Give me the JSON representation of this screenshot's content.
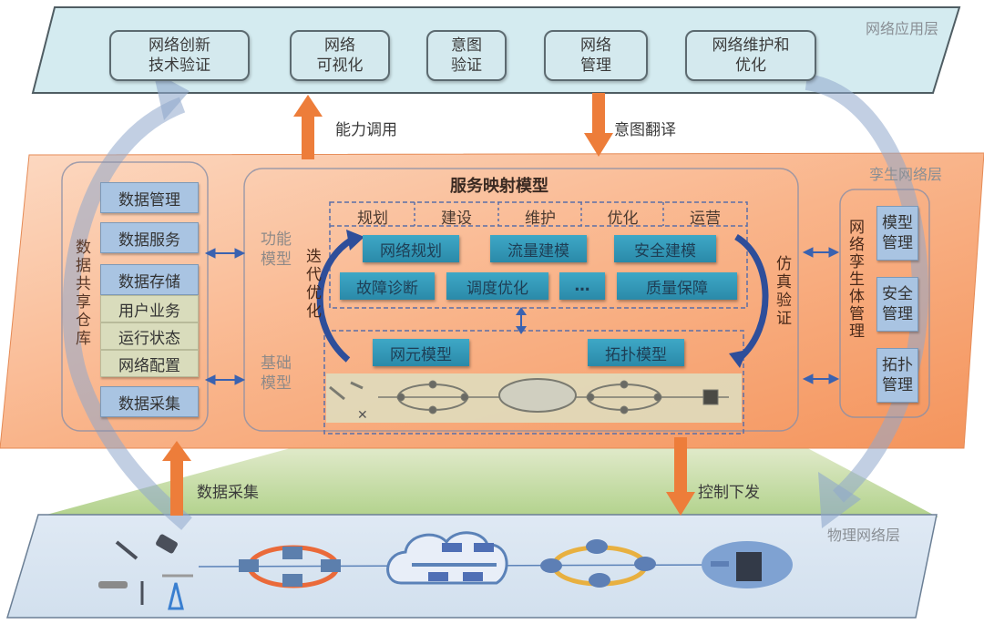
{
  "application_layer": {
    "label": "网络应用层",
    "boxes": [
      {
        "text": "网络创新\n技术验证"
      },
      {
        "text": "网络\n可视化"
      },
      {
        "text": "意图\n验证"
      },
      {
        "text": "网络\n管理"
      },
      {
        "text": "网络维护和\n优化"
      }
    ]
  },
  "arrows": {
    "capability_call": "能力调用",
    "intent_translation": "意图翻译",
    "data_collection": "数据采集",
    "control_delivery": "控制下发"
  },
  "twin_layer": {
    "label": "孪生网络层",
    "data_repo": {
      "title": "数据共享仓库",
      "items": [
        {
          "text": "数据管理",
          "kind": "blue"
        },
        {
          "text": "数据服务",
          "kind": "blue"
        },
        {
          "text": "数据存储",
          "kind": "blue"
        },
        {
          "text": "用户业务",
          "kind": "green"
        },
        {
          "text": "运行状态",
          "kind": "green"
        },
        {
          "text": "网络配置",
          "kind": "green"
        },
        {
          "text": "数据采集",
          "kind": "blue"
        }
      ]
    },
    "service_model": {
      "title": "服务映射模型",
      "function_model": "功能\n模型",
      "base_model": "基础\n模型",
      "iterative_optimization": "迭代优化",
      "simulation_verification": "仿真验证",
      "phases": [
        "规划",
        "建设",
        "维护",
        "优化",
        "运营"
      ],
      "function_row1": [
        "网络规划",
        "流量建模",
        "安全建模"
      ],
      "function_row2": [
        "故障诊断",
        "调度优化",
        "…",
        "质量保障"
      ],
      "base_models": [
        "网元模型",
        "拓扑模型"
      ]
    },
    "twin_management": {
      "title": "网络孪生体管理",
      "items": [
        {
          "text": "模型\n管理"
        },
        {
          "text": "安全\n管理"
        },
        {
          "text": "拓扑\n管理"
        }
      ]
    }
  },
  "physical_layer": {
    "label": "物理网络层"
  },
  "colors": {
    "app_layer_fill": "#d4ebf0",
    "twin_layer_fill": "#f7a678",
    "physical_layer_fill": "#dce7f2",
    "accent_orange": "#ed7d3a",
    "cycle_arrow": "#a8bcd8",
    "teal_box": "#34a0bf"
  }
}
